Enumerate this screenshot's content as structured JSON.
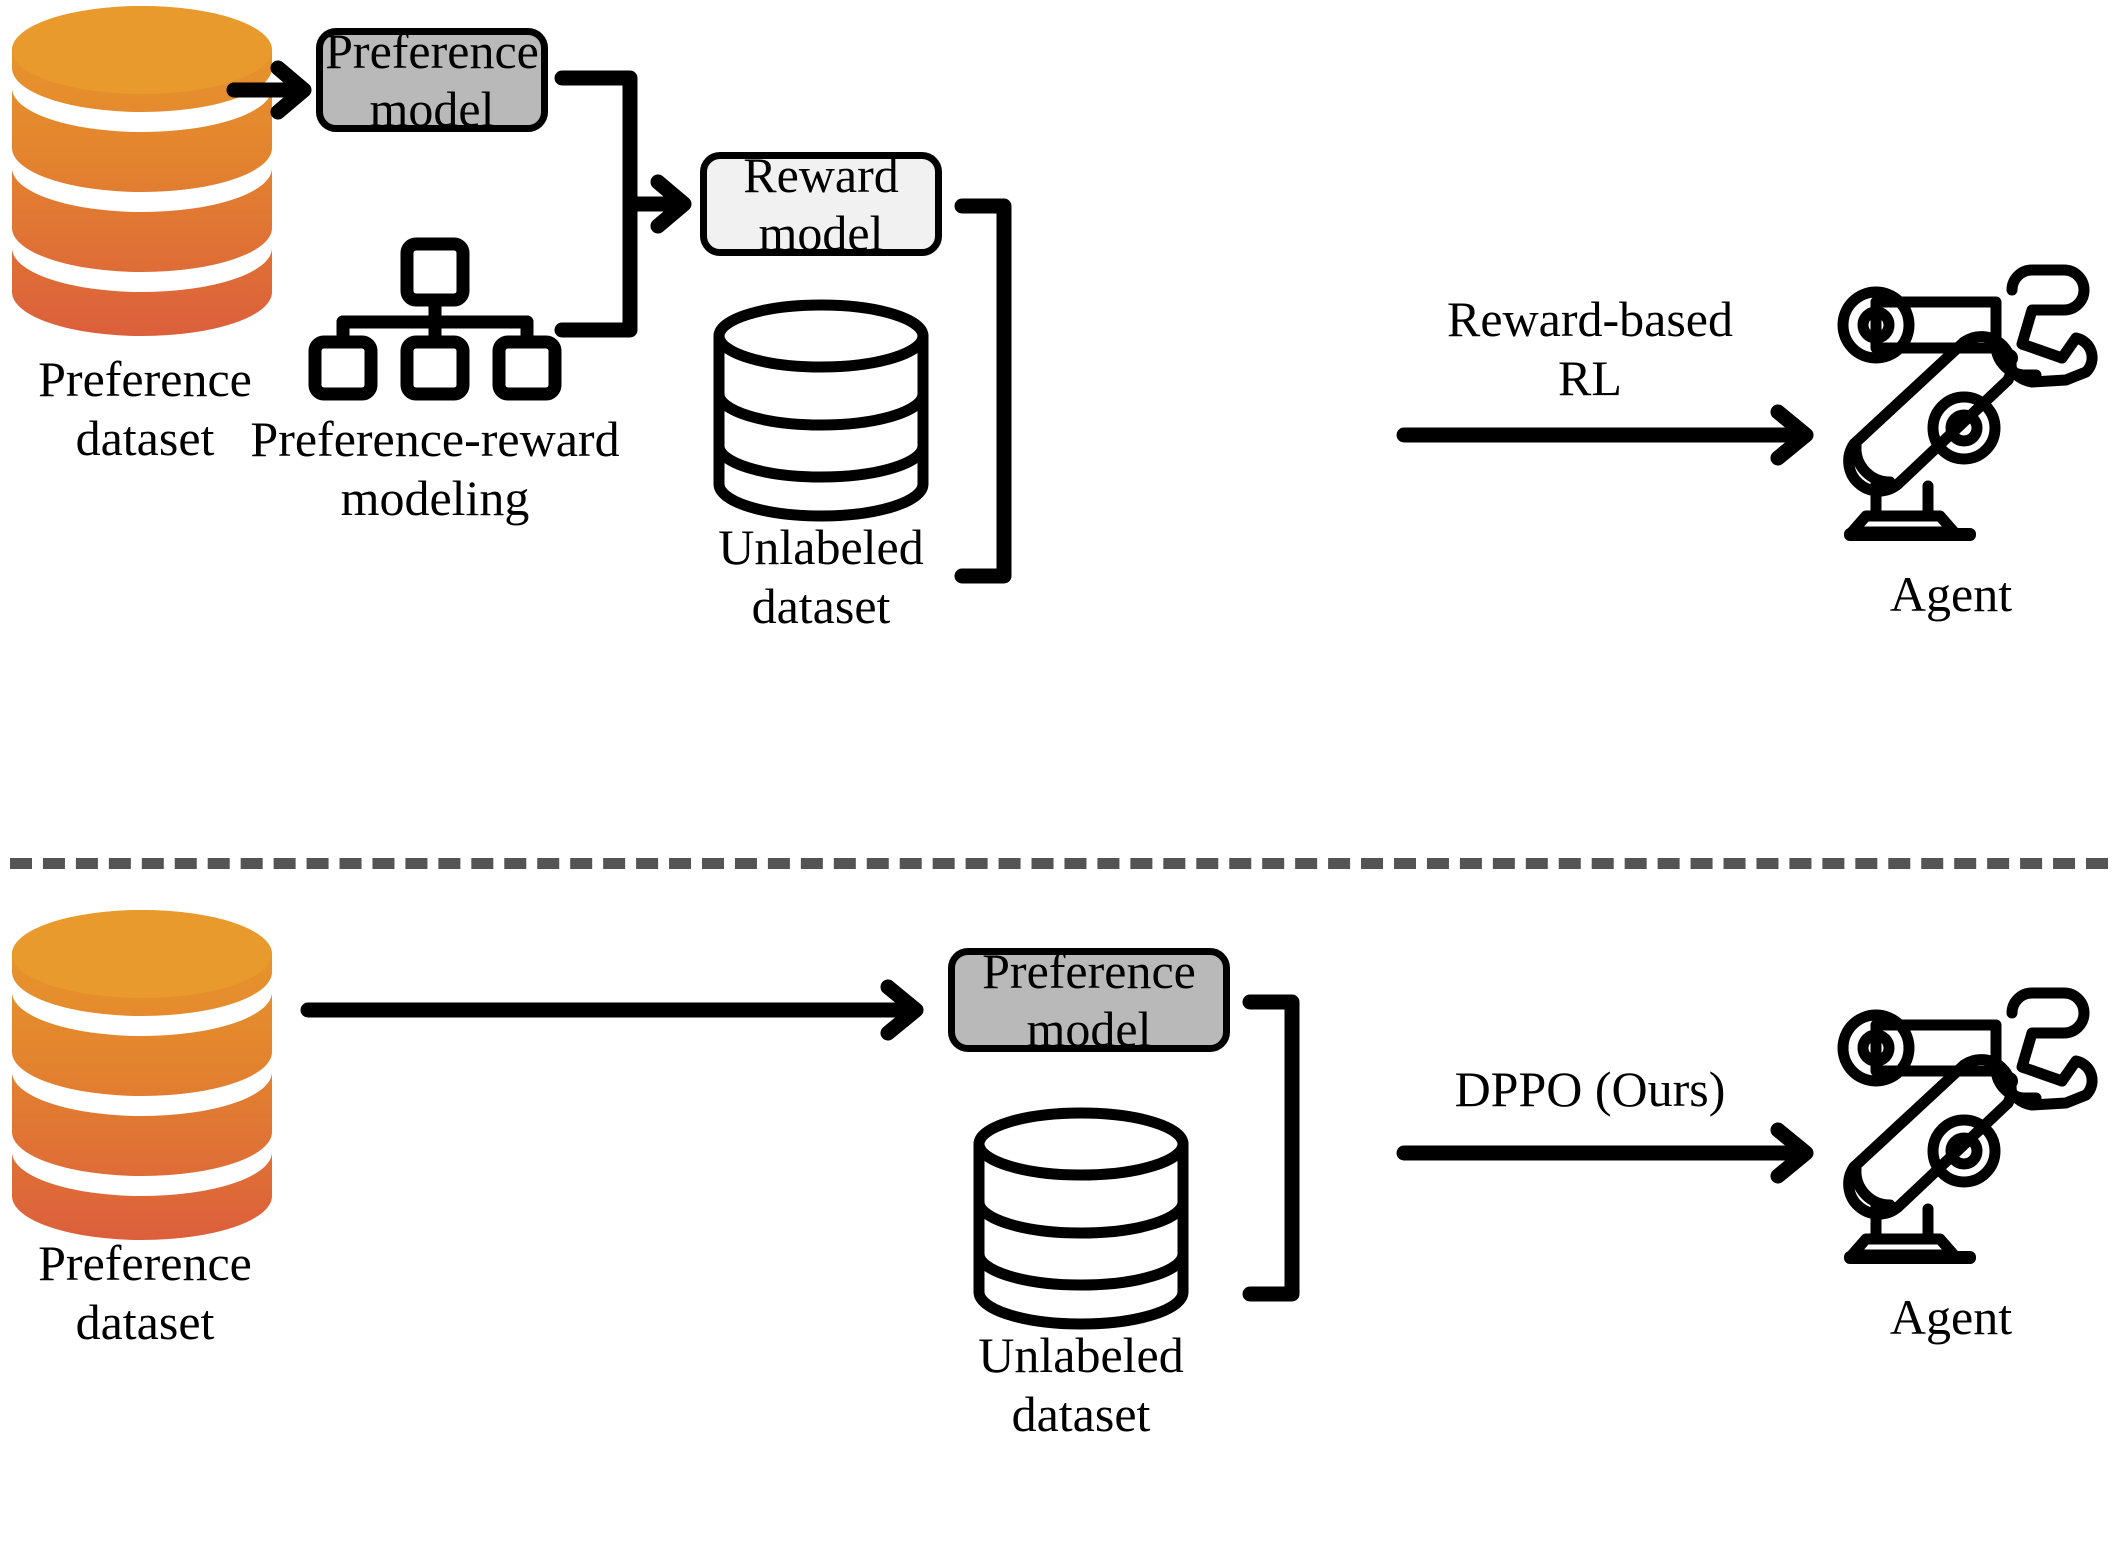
{
  "diagram": {
    "title_alt": "Comparison of reward-based RL pipeline versus DPPO pipeline",
    "colors": {
      "db_orange_top": "#E8912A",
      "db_orange_bottom": "#D9603C",
      "preference_model_fill": "#B9B9B9",
      "reward_model_fill": "#F1F1F1",
      "stroke": "#000000",
      "divider": "#545454"
    }
  },
  "top_row": {
    "preference_dataset": {
      "label": "Preference\ndataset",
      "icon": "database-cylinder-orange-icon"
    },
    "preference_model": {
      "label": "Preference\nmodel"
    },
    "preference_reward_modeling": {
      "label": "Preference-reward\nmodeling",
      "icon": "hierarchy-tree-icon"
    },
    "reward_model": {
      "label": "Reward\nmodel"
    },
    "unlabeled_dataset": {
      "label": "Unlabeled\ndataset",
      "icon": "database-cylinder-outline-icon"
    },
    "rl_edge": {
      "label": "Reward-based\nRL"
    },
    "agent": {
      "label": "Agent",
      "icon": "robot-arm-icon"
    }
  },
  "bottom_row": {
    "preference_dataset": {
      "label": "Preference\ndataset",
      "icon": "database-cylinder-orange-icon"
    },
    "preference_model": {
      "label": "Preference\nmodel"
    },
    "unlabeled_dataset": {
      "label": "Unlabeled\ndataset",
      "icon": "database-cylinder-outline-icon"
    },
    "dppo_edge": {
      "label": "DPPO (Ours)"
    },
    "agent": {
      "label": "Agent",
      "icon": "robot-arm-icon"
    }
  }
}
